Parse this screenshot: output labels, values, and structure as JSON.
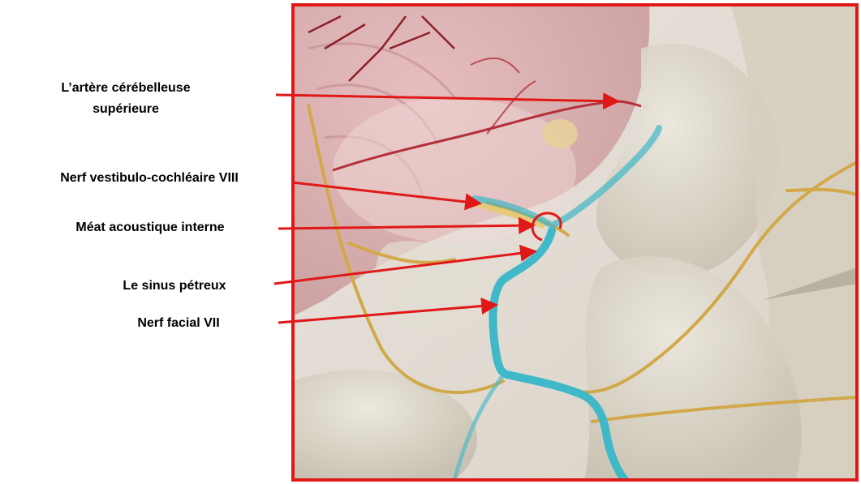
{
  "labels": {
    "superior_cerebellar_artery_line1": "L’artère cérébelleuse",
    "superior_cerebellar_artery_line2": "supérieure",
    "vestibulocochlear_nerve": "Nerf vestibulo-cochléaire VIII",
    "internal_acoustic_meatus": "Méat acoustique interne",
    "petrosal_sinus": "Le sinus pétreux",
    "facial_nerve": "Nerf facial VII"
  },
  "colors": {
    "frame": "#e01818",
    "arrow": "#e01818",
    "nerve_yellow": "#d2a84a",
    "sinus_cyan": "#3fb8c8",
    "bone": "#ddd7c8",
    "brain_pink": "#d89a9e",
    "artery": "#b4303a"
  }
}
